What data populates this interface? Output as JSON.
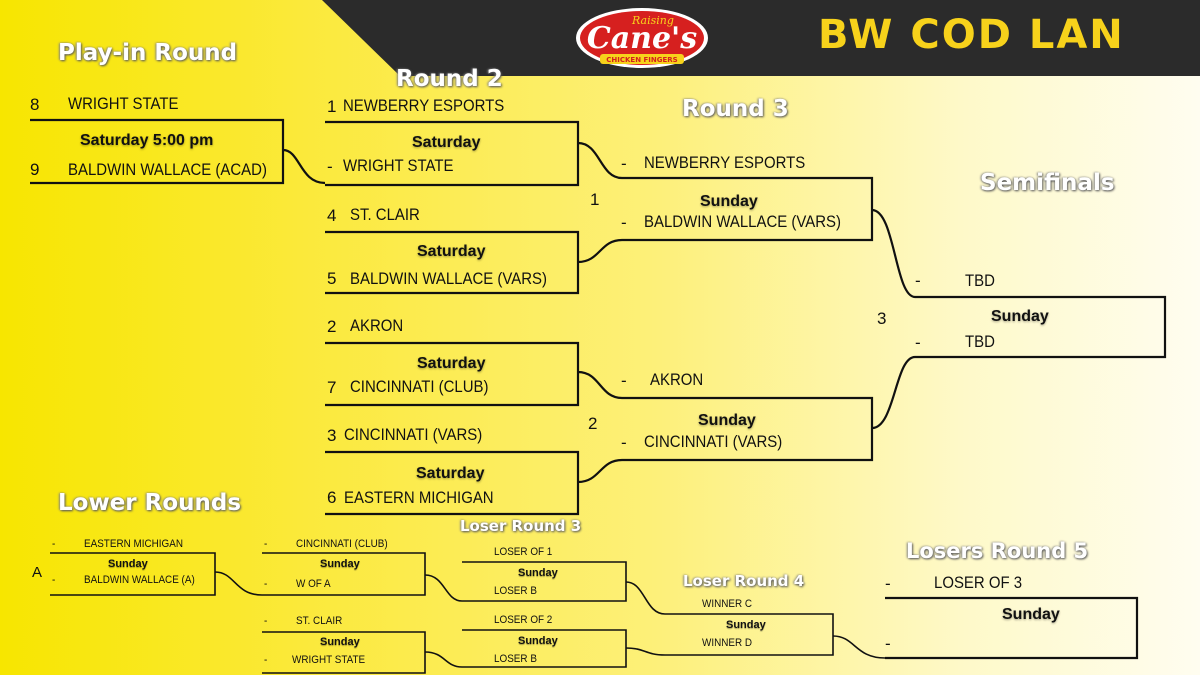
{
  "header": {
    "title": "BW COD LAN",
    "logo_top": "Raising",
    "logo_main": "Cane's",
    "logo_sub": "CHICKEN FINGERS",
    "bar_color": "#2b2b2b",
    "title_color": "#f7d21b"
  },
  "rounds": {
    "playin": "Play-in Round",
    "r2": "Round 2",
    "r3": "Round 3",
    "semis": "Semifinals",
    "lower": "Lower Rounds",
    "lr3": "Loser Round 3",
    "lr4": "Loser Round 4",
    "lr5": "Losers Round 5"
  },
  "playin": {
    "top_seed": "8",
    "top_team": "WRIGHT STATE",
    "time": "Saturday 5:00 pm",
    "bot_seed": "9",
    "bot_team": "BALDWIN WALLACE (ACAD)"
  },
  "round2": [
    {
      "top_seed": "1",
      "top_team": "NEWBERRY ESPORTS",
      "day": "Saturday",
      "bot_seed": "-",
      "bot_team": "WRIGHT STATE"
    },
    {
      "top_seed": "4",
      "top_team": "ST. CLAIR",
      "day": "Saturday",
      "bot_seed": "5",
      "bot_team": "BALDWIN WALLACE (VARS)"
    },
    {
      "top_seed": "2",
      "top_team": "AKRON",
      "day": "Saturday",
      "bot_seed": "7",
      "bot_team": "CINCINNATI (CLUB)"
    },
    {
      "top_seed": "3",
      "top_team": "CINCINNATI (VARS)",
      "day": "Saturday",
      "bot_seed": "6",
      "bot_team": "EASTERN MICHIGAN"
    }
  ],
  "round3": [
    {
      "label": "1",
      "top_seed": "-",
      "top_team": "NEWBERRY ESPORTS",
      "day": "Sunday",
      "bot_seed": "-",
      "bot_team": "BALDWIN WALLACE (VARS)"
    },
    {
      "label": "2",
      "top_seed": "-",
      "top_team": "AKRON",
      "day": "Sunday",
      "bot_seed": "-",
      "bot_team": "CINCINNATI (VARS)"
    }
  ],
  "semis": {
    "label": "3",
    "top_seed": "-",
    "top_team": "TBD",
    "day": "Sunday",
    "bot_seed": "-",
    "bot_team": "TBD"
  },
  "lower": {
    "a": {
      "label": "A",
      "top_seed": "-",
      "top_team": "EASTERN MICHIGAN",
      "day": "Sunday",
      "bot_seed": "-",
      "bot_team": "BALDWIN WALLACE (A)"
    },
    "b": {
      "top_seed": "-",
      "top_team": "CINCINNATI (CLUB)",
      "day": "Sunday",
      "bot_seed": "-",
      "bot_team": "W OF A"
    },
    "c": {
      "top_seed": "-",
      "top_team": "ST. CLAIR",
      "day": "Sunday",
      "bot_seed": "-",
      "bot_team": "WRIGHT STATE"
    },
    "lr3a": {
      "top_team": "LOSER OF 1",
      "day": "Sunday",
      "bot_team": "LOSER B"
    },
    "lr3b": {
      "top_team": "LOSER OF 2",
      "day": "Sunday",
      "bot_team": "LOSER B"
    },
    "lr4": {
      "top_team": "WINNER C",
      "day": "Sunday",
      "bot_team": "WINNER D"
    },
    "lr5": {
      "top_seed": "-",
      "top_team": "LOSER OF 3",
      "day": "Sunday",
      "bot_seed": "-"
    }
  }
}
